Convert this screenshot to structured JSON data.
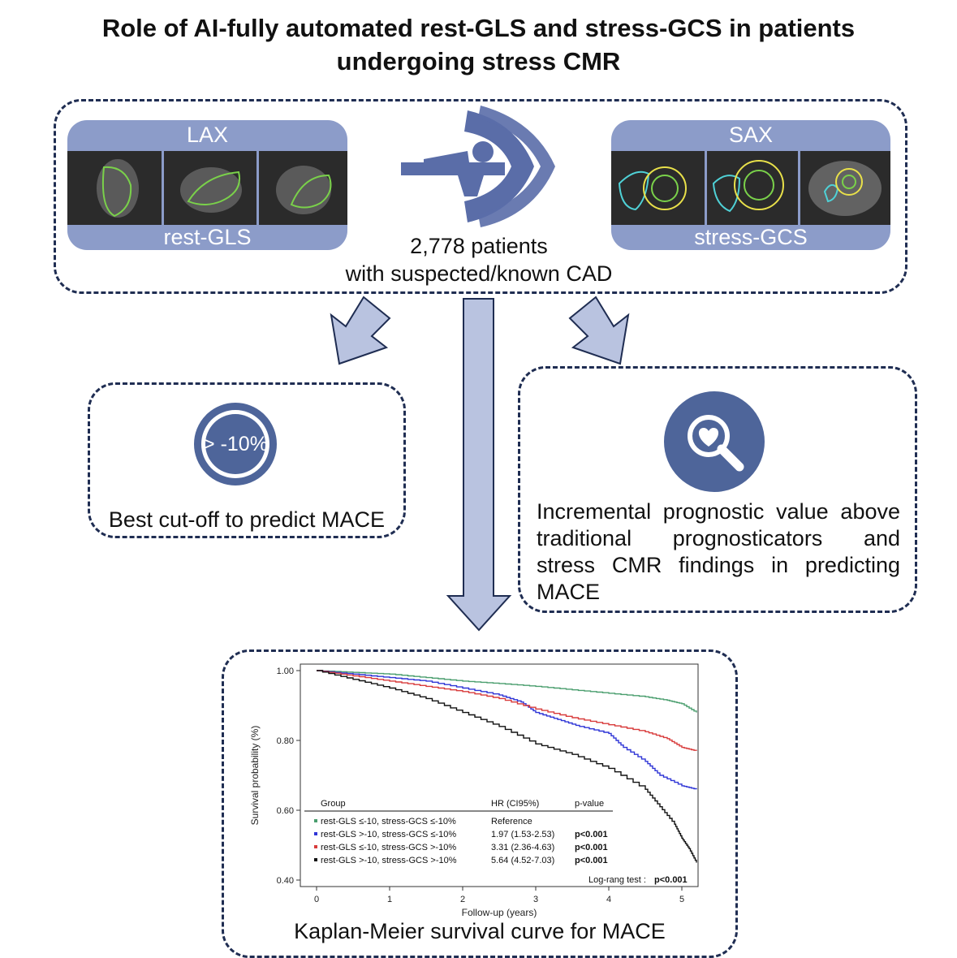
{
  "title": {
    "line1": "Role of AI-fully automated rest-GLS and stress-GCS in patients",
    "line2": "undergoing stress CMR"
  },
  "lax_panel": {
    "top_label": "LAX",
    "bottom_label": "rest-GLS"
  },
  "sax_panel": {
    "top_label": "SAX",
    "bottom_label": "stress-GCS"
  },
  "cohort": {
    "line1": "2,778 patients",
    "line2": "with suspected/known CAD"
  },
  "cutoff_box": {
    "badge": "> -10%",
    "caption": "Best cut-off to predict MACE"
  },
  "incremental_box": {
    "line1": "Incremental prognostic value above",
    "line2": "traditional prognosticators and",
    "line3": "stress CMR findings in predicting",
    "line4": "MACE",
    "icon": "magnifier-heart-icon"
  },
  "km_box": {
    "caption": "Kaplan-Meier survival curve for MACE"
  },
  "colors": {
    "accent": "#8c9cc9",
    "arrow_fill": "#b9c3e0",
    "arrow_stroke": "#1f2d52",
    "badge": "#4e659a",
    "dash": "#1f2d52"
  },
  "chart_data": {
    "type": "line",
    "xlabel": "Follow-up (years)",
    "ylabel": "Survival probability (%)",
    "xlim": [
      0,
      5.2
    ],
    "ylim": [
      0.4,
      1.0
    ],
    "xticks": [
      "0",
      "1",
      "2",
      "3",
      "4",
      "5"
    ],
    "yticks": [
      "0.40",
      "0.60",
      "0.80",
      "1.00"
    ],
    "series": [
      {
        "name": "rest-GLS ≤-10, stress-GCS ≤-10%",
        "color": "#4a9e6e",
        "x": [
          0,
          0.5,
          1,
          1.5,
          2,
          2.5,
          3,
          3.5,
          4,
          4.5,
          4.8,
          5.0,
          5.2
        ],
        "y": [
          1.0,
          0.995,
          0.99,
          0.98,
          0.97,
          0.963,
          0.955,
          0.945,
          0.935,
          0.925,
          0.915,
          0.905,
          0.88
        ]
      },
      {
        "name": "rest-GLS >-10, stress-GCS ≤-10%",
        "color": "#2f35d6",
        "x": [
          0,
          0.5,
          1,
          1.5,
          2,
          2.5,
          2.8,
          3.0,
          3.3,
          3.6,
          4.0,
          4.2,
          4.5,
          4.7,
          5.0,
          5.2
        ],
        "y": [
          1.0,
          0.99,
          0.98,
          0.97,
          0.95,
          0.93,
          0.91,
          0.88,
          0.86,
          0.84,
          0.82,
          0.78,
          0.74,
          0.7,
          0.67,
          0.66
        ]
      },
      {
        "name": "rest-GLS ≤-10, stress-GCS >-10%",
        "color": "#d83b3b",
        "x": [
          0,
          0.5,
          1,
          1.5,
          2,
          2.5,
          3,
          3.5,
          4,
          4.5,
          4.8,
          5.0,
          5.2
        ],
        "y": [
          1.0,
          0.985,
          0.97,
          0.955,
          0.94,
          0.92,
          0.89,
          0.865,
          0.845,
          0.825,
          0.805,
          0.78,
          0.77
        ]
      },
      {
        "name": "rest-GLS >-10, stress-GCS >-10%",
        "color": "#111111",
        "x": [
          0,
          0.5,
          1,
          1.5,
          2,
          2.5,
          3,
          3.5,
          4,
          4.5,
          4.7,
          4.9,
          5.0,
          5.1,
          5.2
        ],
        "y": [
          1.0,
          0.975,
          0.95,
          0.92,
          0.88,
          0.84,
          0.79,
          0.76,
          0.72,
          0.66,
          0.61,
          0.56,
          0.52,
          0.49,
          0.45
        ]
      }
    ],
    "table": {
      "headers": [
        "Group",
        "HR (CI95%)",
        "p-value"
      ],
      "rows": [
        {
          "group": "rest-GLS ≤-10, stress-GCS ≤-10%",
          "hr": "Reference",
          "p": "",
          "color": "#4a9e6e"
        },
        {
          "group": "rest-GLS >-10, stress-GCS ≤-10%",
          "hr": "1.97 (1.53-2.53)",
          "p": "p<0.001",
          "color": "#2f35d6"
        },
        {
          "group": "rest-GLS ≤-10, stress-GCS >-10%",
          "hr": "3.31 (2.36-4.63)",
          "p": "p<0.001",
          "color": "#d83b3b"
        },
        {
          "group": "rest-GLS >-10, stress-GCS >-10%",
          "hr": "5.64 (4.52-7.03)",
          "p": "p<0.001",
          "color": "#111111"
        }
      ]
    },
    "logrank": {
      "label": "Log-rang test :",
      "value": "p<0.001"
    }
  }
}
